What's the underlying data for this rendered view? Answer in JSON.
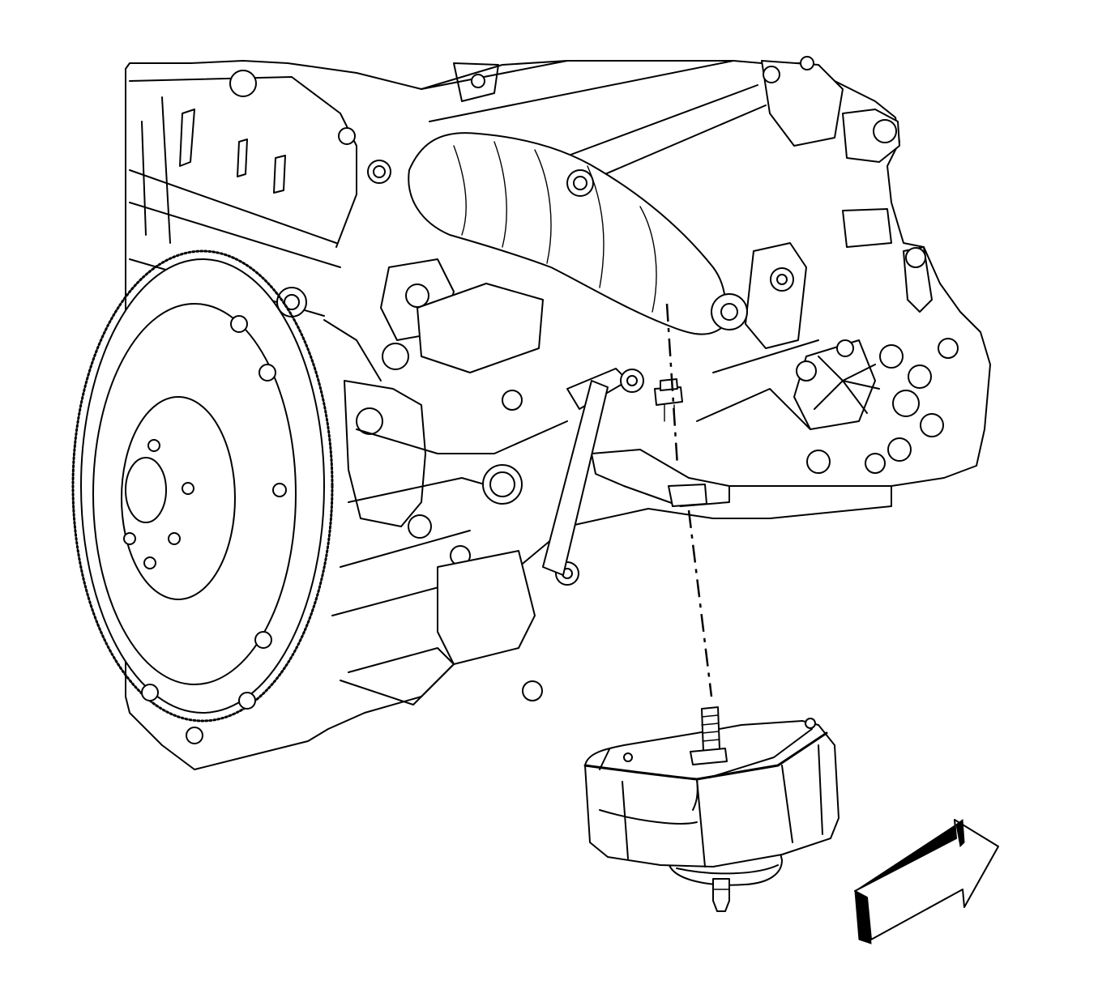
{
  "figure": {
    "palette": {
      "line": "#000000",
      "fill": "#ffffff"
    },
    "components": [
      {
        "key": "engine",
        "name": "engine-assembly"
      },
      {
        "key": "flywheel",
        "name": "flywheel"
      },
      {
        "key": "mount",
        "name": "engine-mount"
      },
      {
        "key": "stud",
        "name": "mount-stud"
      },
      {
        "key": "bracket",
        "name": "mount-bracket"
      },
      {
        "key": "bolt",
        "name": "mount-bolt"
      },
      {
        "key": "axis",
        "name": "installation-axis"
      },
      {
        "key": "arrow",
        "name": "front-direction-arrow"
      }
    ]
  }
}
